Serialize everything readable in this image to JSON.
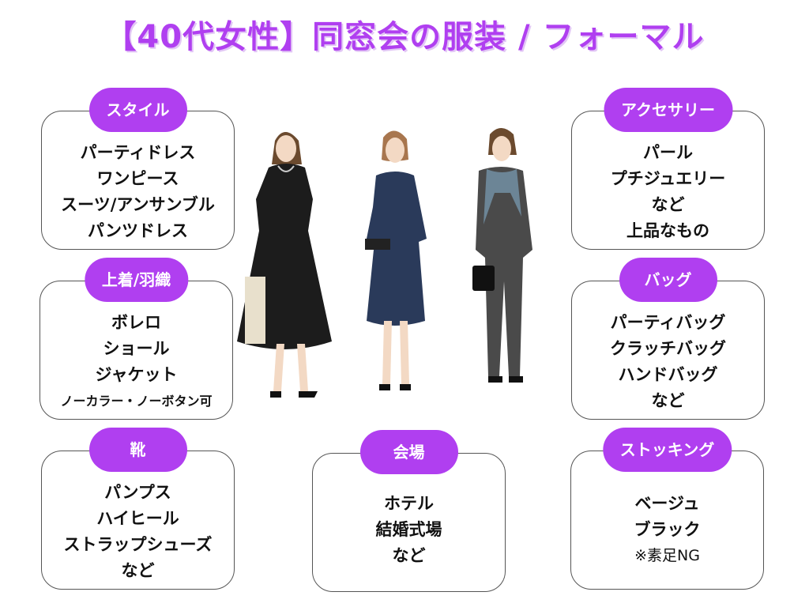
{
  "title": "【40代女性】同窓会の服装 / フォーマル",
  "cards": {
    "style": {
      "label": "スタイル",
      "items": [
        "パーティドレス",
        "ワンピース",
        "スーツ/アンサンブル",
        "パンツドレス"
      ]
    },
    "outer": {
      "label": "上着/羽織",
      "items": [
        "ボレロ",
        "ショール",
        "ジャケット",
        "ノーカラー・ノーボタン可"
      ]
    },
    "shoes": {
      "label": "靴",
      "items": [
        "パンプス",
        "ハイヒール",
        "ストラップシューズ",
        "など"
      ]
    },
    "venue": {
      "label": "会場",
      "items": [
        "ホテル",
        "結婚式場",
        "など"
      ]
    },
    "accessory": {
      "label": "アクセサリー",
      "items": [
        "パール",
        "プチジュエリー",
        "など",
        "上品なもの"
      ]
    },
    "bag": {
      "label": "バッグ",
      "items": [
        "パーティバッグ",
        "クラッチバッグ",
        "ハンドバッグ",
        "など"
      ]
    },
    "stocking": {
      "label": "ストッキング",
      "items": [
        "ベージュ",
        "ブラック",
        "※素足NG"
      ]
    }
  },
  "colors": {
    "accent": "#b03ff0"
  }
}
